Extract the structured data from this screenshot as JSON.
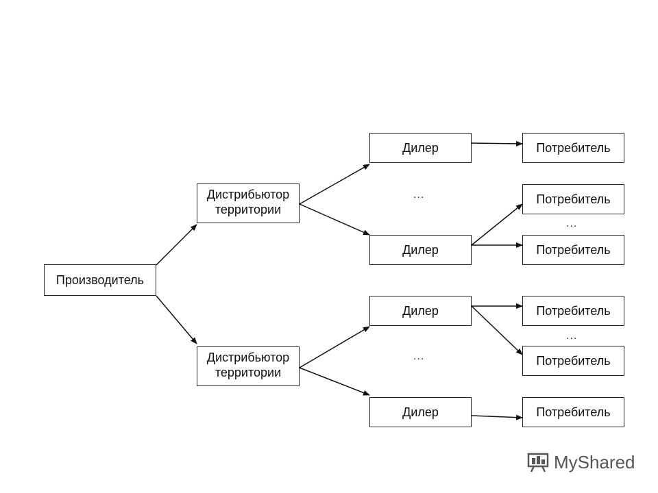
{
  "diagram": {
    "producer": "Производитель",
    "distributor_line1": "Дистрибьютор",
    "distributor_line2": "территории",
    "dealer": "Дилер",
    "consumer": "Потребитель",
    "ellipsis": "..."
  },
  "watermark": {
    "brand": "MyShared",
    "icon": "presentation-board-icon"
  }
}
